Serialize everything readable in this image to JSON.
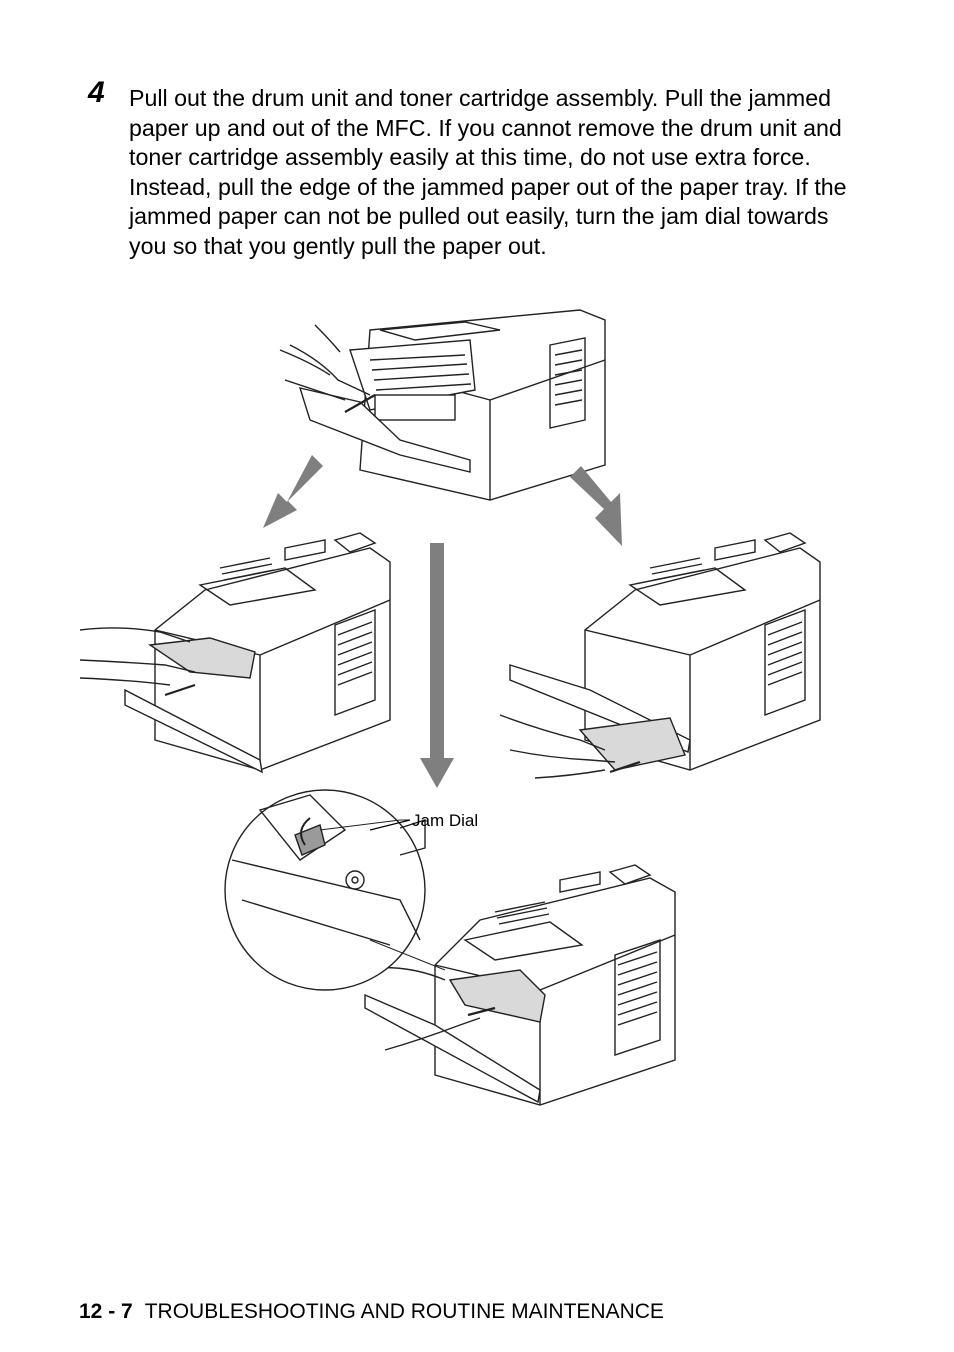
{
  "step": {
    "number": "4",
    "text": "Pull out the drum unit and toner cartridge assembly. Pull the jammed paper up and out of the MFC. If you cannot remove the drum unit and toner cartridge assembly easily at this time, do not use extra force. Instead, pull the edge of the jammed paper out of the paper tray. If the jammed paper can not be pulled out easily, turn the jam dial towards you so that you gently pull the paper out."
  },
  "figure": {
    "callout": "Jam Dial"
  },
  "footer": {
    "page_number": "12 - 7",
    "section_title": "TROUBLESHOOTING AND ROUTINE MAINTENANCE"
  },
  "colors": {
    "arrow": "#7f7f7f",
    "line": "#222222",
    "paper": "#d9d9d9"
  }
}
